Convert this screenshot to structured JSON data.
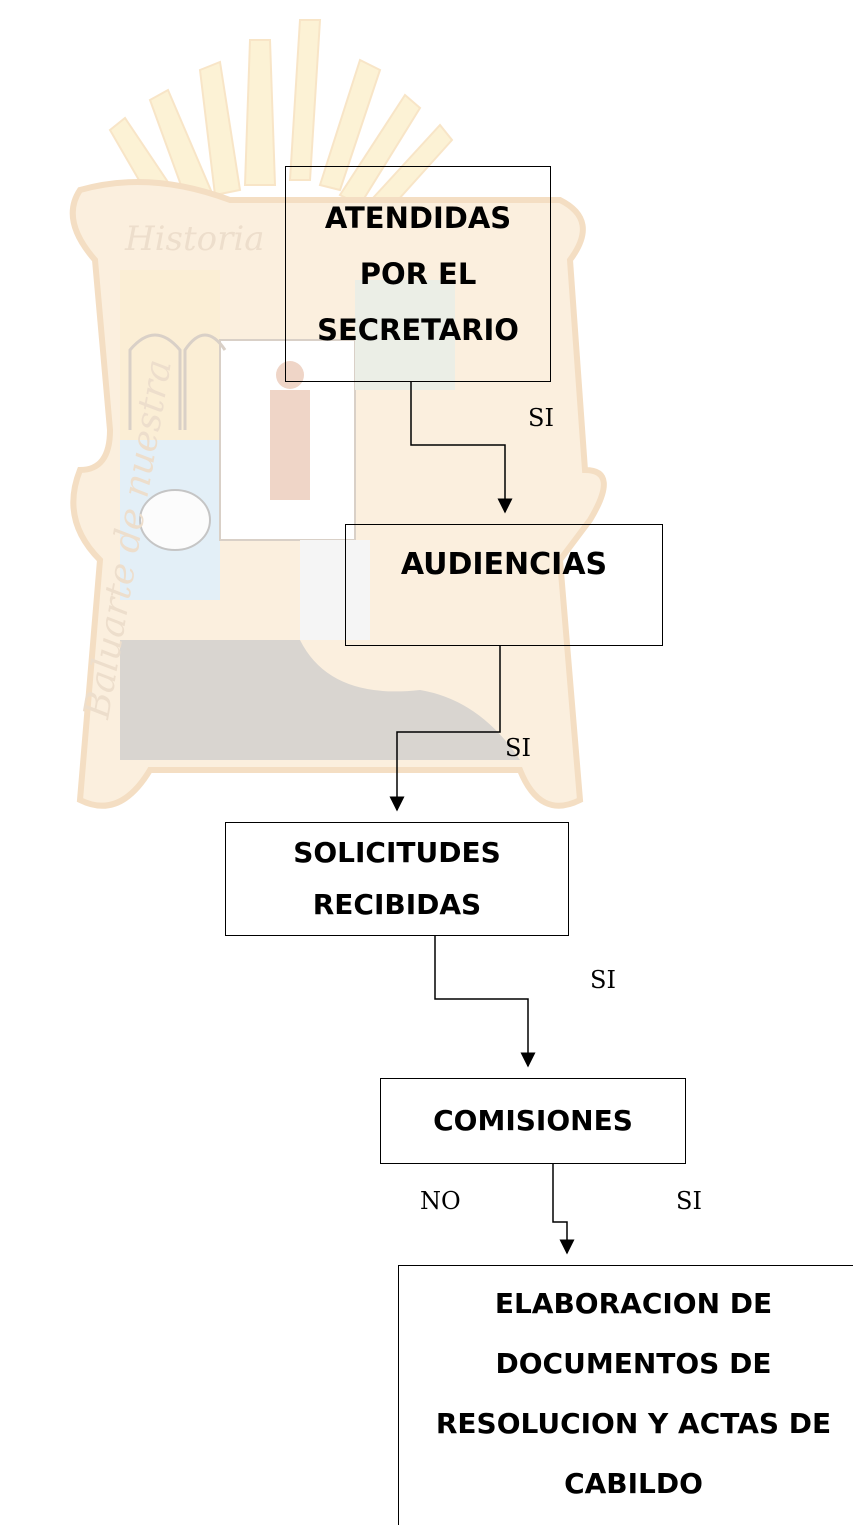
{
  "nodes": {
    "atendidas": [
      "ATENDIDAS",
      "POR EL",
      "SECRETARIO"
    ],
    "audiencias": [
      "AUDIENCIAS"
    ],
    "solicitudes": [
      "SOLICITUDES",
      "RECIBIDAS"
    ],
    "comisiones": [
      "COMISIONES"
    ],
    "elaboracion": [
      "ELABORACION DE",
      "DOCUMENTOS DE",
      "RESOLUCION Y ACTAS DE",
      "CABILDO"
    ]
  },
  "edges": {
    "atendidas_to_audiencias": "SI",
    "audiencias_to_solicitudes": "SI",
    "solicitudes_to_comisiones": "SI",
    "comisiones_no": "NO",
    "comisiones_to_elaboracion": "SI"
  },
  "colors": {
    "line": "#000000",
    "watermark_gold": "#e8a33a",
    "watermark_rays": "#f5d36b"
  },
  "watermark": {
    "motto_left": "Baluarte de nuestra",
    "motto_top": "Historia"
  }
}
